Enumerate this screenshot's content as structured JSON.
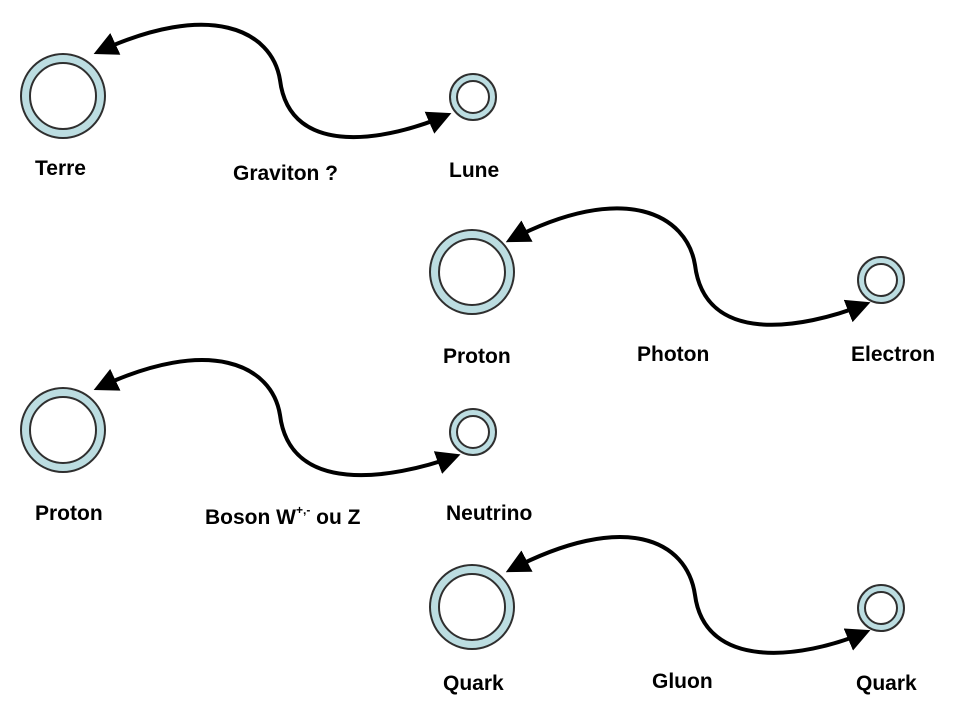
{
  "colors": {
    "ring_fill": "#bcdde1",
    "ring_stroke": "#2f2f2f",
    "arrow": "#000000",
    "background": "#ffffff"
  },
  "interactions": [
    {
      "id": "gravity",
      "source_label": "Terre",
      "mediator_label": "Graviton ?",
      "target_label": "Lune"
    },
    {
      "id": "electromagnetic",
      "source_label": "Proton",
      "mediator_label": "Photon",
      "target_label": "Electron"
    },
    {
      "id": "weak",
      "source_label": "Proton",
      "mediator_label": "Boson W",
      "mediator_superscript": "+,-",
      "mediator_suffix": " ou Z",
      "target_label": "Neutrino"
    },
    {
      "id": "strong",
      "source_label": "Quark",
      "mediator_label": "Gluon",
      "target_label": "Quark"
    }
  ]
}
